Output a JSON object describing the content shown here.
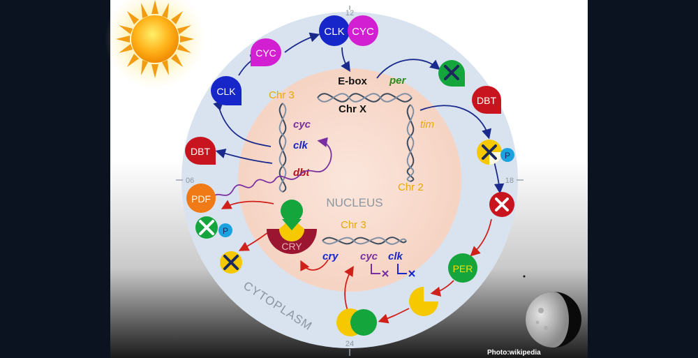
{
  "clock": {
    "top": "12",
    "left": "06",
    "right": "18",
    "bottom": "24"
  },
  "regions": {
    "nucleus": "NUCLEUS",
    "cytoplasm": "CYTOPLASM"
  },
  "proteins": {
    "clk": "CLK",
    "cyc": "CYC",
    "dbt": "DBT",
    "pdf": "PDF",
    "per": "PER",
    "cry": "CRY",
    "phospho": "P"
  },
  "genes": {
    "ebox": "E-box",
    "per": "per",
    "tim": "tim",
    "cyc": "cyc",
    "clk": "clk",
    "dbt": "dbt",
    "cry": "cry"
  },
  "chromosomes": {
    "chr_x": "Chr X",
    "chr3_top": "Chr 3",
    "chr2": "Chr 2",
    "chr3_bottom": "Chr 3"
  },
  "credit": "Photo:wikipedia",
  "colors": {
    "clk_blue": "#1626c8",
    "cyc_magenta": "#d11fd1",
    "dbt_red": "#c8141e",
    "pdf_orange": "#ef7a16",
    "per_green": "#14a53c",
    "tim_yellow": "#f5c800",
    "cry_maroon": "#9b1530",
    "chromosome_gold": "#e8a800",
    "arrow_navy": "#1a2a8c",
    "arrow_red": "#d0201a"
  }
}
